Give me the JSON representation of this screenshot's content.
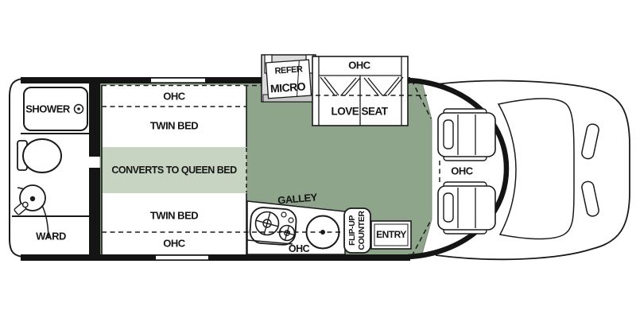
{
  "floorplan": {
    "bathroom": {
      "shower": "SHOWER",
      "ward": "WARD"
    },
    "bedroom": {
      "ohc": "OHC",
      "twin_bed": "TWIN BED",
      "queen": "CONVERTS TO QUEEN BED"
    },
    "kitchen": {
      "galley": "GALLEY",
      "ohc": "OHC",
      "refer": "REFER",
      "micro": "MICRO",
      "flip_up_line1": "FLIP-UP",
      "flip_up_line2": "COUNTER"
    },
    "living": {
      "ohc": "OHC",
      "love_seat": "LOVE SEAT"
    },
    "entry": {
      "label": "ENTRY"
    },
    "cab": {
      "ohc": "OHC"
    },
    "colors": {
      "floor": "#8EA58B",
      "queen_bed": "#C7D4C2",
      "wall": "#141414",
      "line": "#1a1a1a",
      "appliance_gray": "#DCDCDC"
    }
  }
}
